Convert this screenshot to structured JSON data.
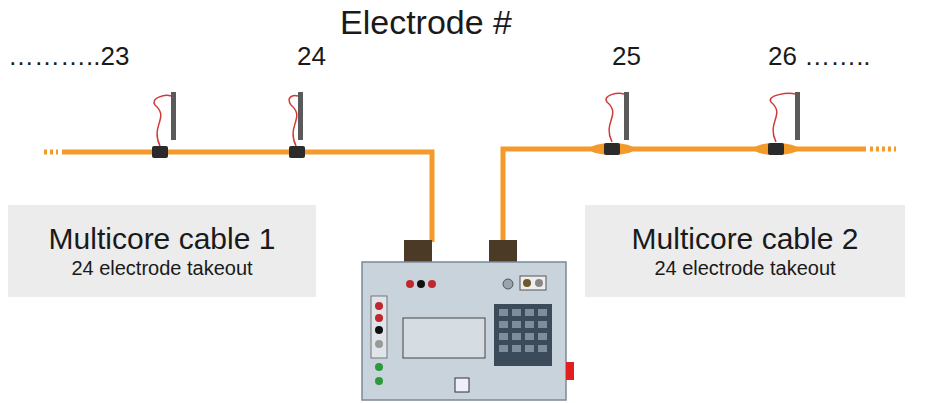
{
  "diagram": {
    "nodes": [
      {
        "text": [
          "Multicore cable 1",
          "24 electrode takeout"
        ]
      },
      {
        "text": [
          "Multicore cable 2",
          "24 electrode takeout"
        ]
      }
    ],
    "labels": [
      "Electrode #",
      "………..23",
      "24",
      "25",
      "26 …….."
    ]
  }
}
